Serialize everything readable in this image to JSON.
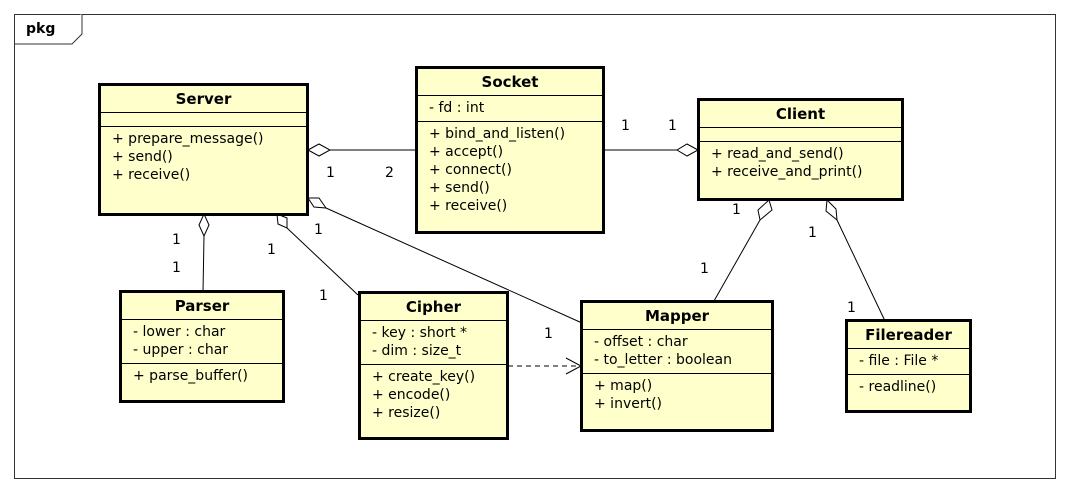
{
  "package_label": "pkg",
  "classes": {
    "server": {
      "name": "Server",
      "attributes": [],
      "operations": [
        "+ prepare_message()",
        "+ send()",
        "+ receive()"
      ]
    },
    "socket": {
      "name": "Socket",
      "attributes": [
        "- fd : int"
      ],
      "operations": [
        "+ bind_and_listen()",
        "+ accept()",
        "+ connect()",
        "+ send()",
        "+ receive()"
      ]
    },
    "client": {
      "name": "Client",
      "attributes": [],
      "operations": [
        "+ read_and_send()",
        "+ receive_and_print()"
      ]
    },
    "parser": {
      "name": "Parser",
      "attributes": [
        "- lower : char",
        "- upper : char"
      ],
      "operations": [
        "+ parse_buffer()"
      ]
    },
    "cipher": {
      "name": "Cipher",
      "attributes": [
        "- key : short *",
        "- dim : size_t"
      ],
      "operations": [
        "+ create_key()",
        "+ encode()",
        "+ resize()"
      ]
    },
    "mapper": {
      "name": "Mapper",
      "attributes": [
        "- offset : char",
        "- to_letter : boolean"
      ],
      "operations": [
        "+ map()",
        "+ invert()"
      ]
    },
    "filereader": {
      "name": "Filereader",
      "attributes": [
        "- file : File *"
      ],
      "operations": [
        "- readline()"
      ]
    }
  },
  "relations": [
    {
      "type": "aggregation",
      "whole": "Server",
      "part": "Socket",
      "whole_mult": "1",
      "part_mult": "2"
    },
    {
      "type": "aggregation",
      "whole": "Client",
      "part": "Socket",
      "whole_mult": "1",
      "part_mult": "1"
    },
    {
      "type": "aggregation",
      "whole": "Server",
      "part": "Parser",
      "whole_mult": "1",
      "part_mult": "1"
    },
    {
      "type": "aggregation",
      "whole": "Server",
      "part": "Cipher",
      "whole_mult": "1",
      "part_mult": "1"
    },
    {
      "type": "aggregation",
      "whole": "Server",
      "part": "Mapper",
      "whole_mult": "1",
      "part_mult": "1"
    },
    {
      "type": "aggregation",
      "whole": "Client",
      "part": "Mapper",
      "whole_mult": "1",
      "part_mult": "1"
    },
    {
      "type": "aggregation",
      "whole": "Client",
      "part": "Filereader",
      "whole_mult": "1",
      "part_mult": "1"
    },
    {
      "type": "dependency",
      "from": "Cipher",
      "to": "Mapper"
    }
  ]
}
